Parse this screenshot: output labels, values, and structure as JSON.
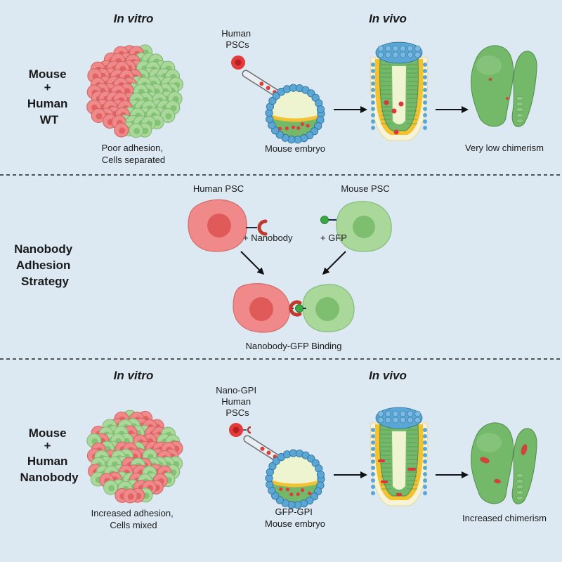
{
  "headers": {
    "in_vitro": "In vitro",
    "in_vivo": "In vivo"
  },
  "panel1": {
    "row_label": [
      "Mouse",
      "+",
      "Human",
      "WT"
    ],
    "cluster_caption": [
      "Poor adhesion,",
      "Cells separated"
    ],
    "psc_label": [
      "Human",
      "PSCs"
    ],
    "embryo_caption": [
      "Mouse embryo"
    ],
    "outcome_caption": "Very low chimerism"
  },
  "panel2": {
    "row_label": [
      "Nanobody",
      "Adhesion",
      "Strategy"
    ],
    "human_psc_label": "Human PSC",
    "mouse_psc_label": "Mouse PSC",
    "nanobody_label": "+ Nanobody",
    "gfp_label": "+ GFP",
    "binding_caption": "Nanobody-GFP Binding"
  },
  "panel3": {
    "row_label": [
      "Mouse",
      "+",
      "Human",
      "Nanobody"
    ],
    "cluster_caption": [
      "Increased adhesion,",
      "Cells mixed"
    ],
    "psc_label": [
      "Nano-GPI",
      "Human",
      "PSCs"
    ],
    "embryo_caption": [
      "GFP-GPI",
      "Mouse embryo"
    ],
    "outcome_caption": "Increased chimerism"
  },
  "colors": {
    "background": "#dde9f2",
    "human_cell": "#f08a8a",
    "human_nucleus": "#e05a5a",
    "mouse_cell": "#a9d89a",
    "mouse_nucleus": "#7dbf6e",
    "nanobody": "#c0392b",
    "gfp": "#3aa845",
    "embryo_green": "#74b86a",
    "trophoblast_blue": "#5aa7d6",
    "yolk_yellow": "#f2c233"
  },
  "icons": [
    "pipette-icon",
    "cell-cluster-icon",
    "blastocyst-icon",
    "egg-cylinder-embryo-icon",
    "chimeric-embryo-icon",
    "arrow-icon"
  ]
}
